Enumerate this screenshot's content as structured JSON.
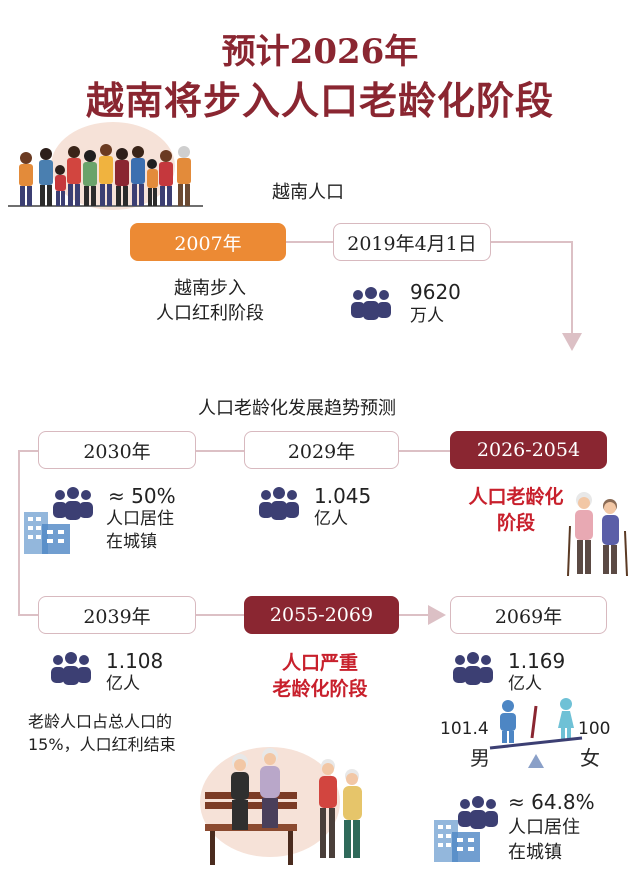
{
  "title": {
    "line1": "预计2026年",
    "line2": "越南将步入人口老龄化阶段"
  },
  "population": {
    "heading": "越南人口",
    "box_2007": "2007年",
    "box_2019": "2019年4月1日",
    "desc_2007_line1": "越南步入",
    "desc_2007_line2": "人口红利阶段",
    "value_2019": "9620",
    "unit_2019": "万人"
  },
  "trend": {
    "heading": "人口老龄化发展趋势预测",
    "box_2030": "2030年",
    "box_2029": "2029年",
    "box_2026": "2026-2054",
    "p2030_value": "≈ 50%",
    "p2030_line1": "人口居住",
    "p2030_line2": "在城镇",
    "p2029_value": "1.045",
    "p2029_unit": "亿人",
    "aging_line1": "人口老龄化",
    "aging_line2": "阶段",
    "box_2039": "2039年",
    "box_2055": "2055-2069",
    "box_2069": "2069年",
    "p2039_value": "1.108",
    "p2039_unit": "亿人",
    "p2039_note_line1": "老龄人口占总人口的",
    "p2039_note_line2": "15%，人口红利结束",
    "severe_line1": "人口严重",
    "severe_line2": "老龄化阶段",
    "p2069_value": "1.169",
    "p2069_unit": "亿人",
    "ratio_male_value": "101.4",
    "ratio_male_label": "男",
    "ratio_female_value": "100",
    "ratio_female_label": "女",
    "p2069_urban_value": "≈ 64.8%",
    "p2069_urban_line1": "人口居住",
    "p2069_urban_line2": "在城镇"
  },
  "colors": {
    "maroon": "#8a2631",
    "orange": "#ec8a34",
    "icon": "#3c3f73",
    "line": "#dcc0c5",
    "red": "#c8202c"
  }
}
